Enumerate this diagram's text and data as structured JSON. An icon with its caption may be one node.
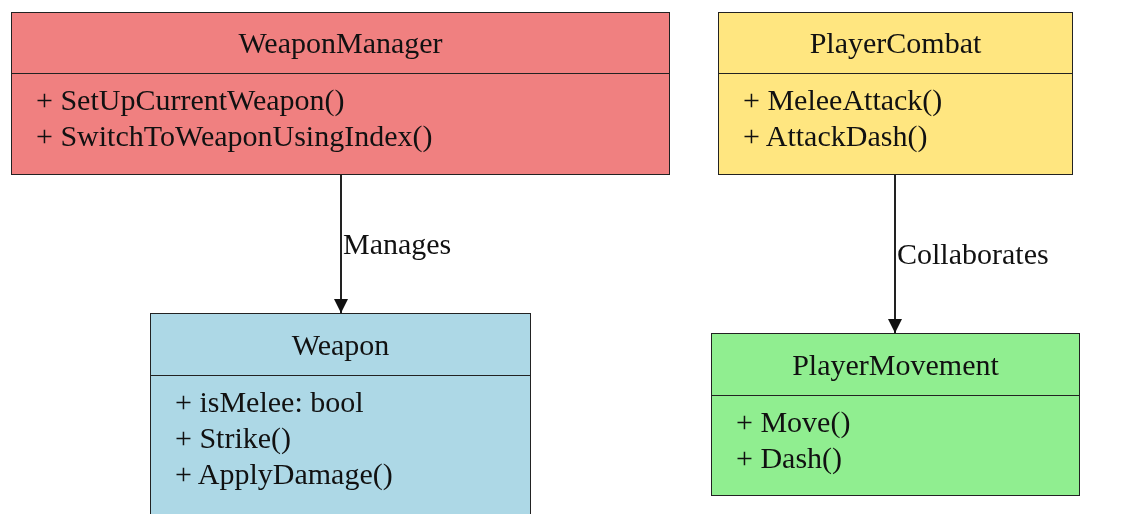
{
  "diagram": {
    "nodes": [
      {
        "text": [
          "WeaponManager",
          "+ SetUpCurrentWeapon()",
          "+ SwitchToWeaponUsingIndex()"
        ]
      },
      {
        "text": [
          "PlayerCombat",
          "+ MeleeAttack()",
          "+ AttackDash()"
        ]
      },
      {
        "text": [
          "Weapon",
          "+ isMelee: bool",
          "+ Strike()",
          "+ ApplyDamage()"
        ]
      },
      {
        "text": [
          "PlayerMovement",
          "+ Move()",
          "+ Dash()"
        ]
      }
    ],
    "edges": [
      {
        "from": 0,
        "to": 2,
        "arrow": "to",
        "label": "Manages"
      },
      {
        "from": 1,
        "to": 3,
        "arrow": "to",
        "label": "Collaborates"
      }
    ]
  }
}
